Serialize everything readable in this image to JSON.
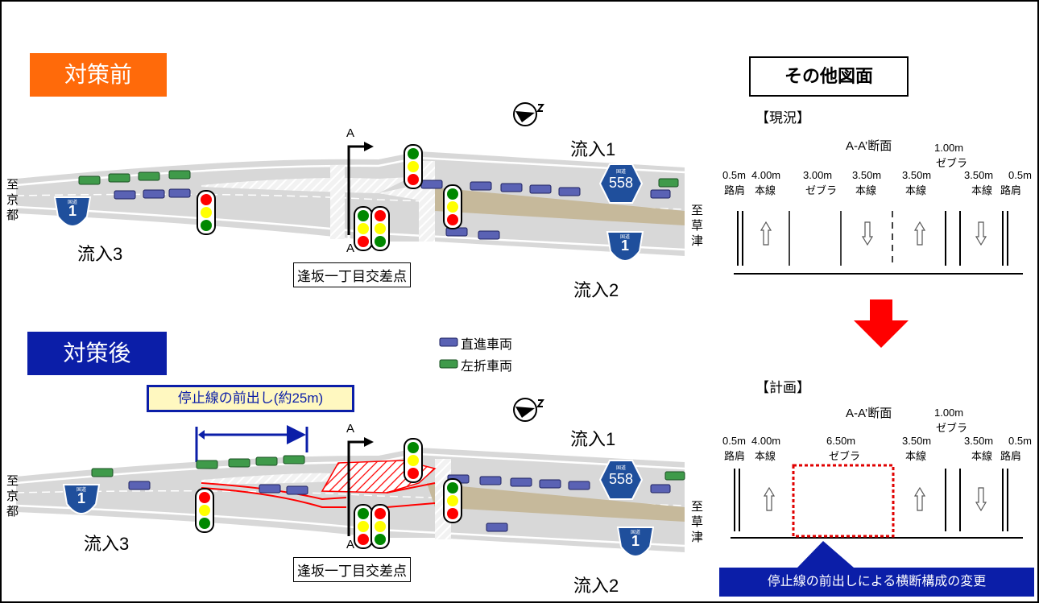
{
  "colors": {
    "before_badge": "#ff6a0a",
    "after_badge": "#0b1ea8",
    "straight_vehicle": "#5a62b4",
    "left_turn_vehicle": "#3f9a4a",
    "route_shield": "#1f4f9c",
    "change_marker": "#ff0000",
    "zebra_area": "#c6b99b",
    "note_box": "#0b1ea8",
    "callout_bg": "#fff8c0"
  },
  "before": {
    "badge": "対策前",
    "inflow1": "流入1",
    "inflow2": "流入2",
    "inflow3": "流入3",
    "to_kyoto": "至京都",
    "to_kusatsu": "至草津",
    "intersection": "逢坂一丁目交差点",
    "section_mark": "A",
    "route_558": "558",
    "route_1": "1",
    "route_caption": "国道"
  },
  "after": {
    "badge": "対策後",
    "callout": "停止線の前出し(約25m)",
    "inflow1": "流入1",
    "inflow2": "流入2",
    "inflow3": "流入3",
    "to_kyoto": "至京都",
    "to_kusatsu": "至草津",
    "intersection": "逢坂一丁目交差点",
    "section_mark": "A",
    "route_558": "558",
    "route_1": "1",
    "route_caption": "国道"
  },
  "legend": {
    "straight": "直進車両",
    "left_turn": "左折車両"
  },
  "other": {
    "title": "その他図面",
    "current_label": "【現況】",
    "plan_label": "【計画】",
    "section_title": "A-A’断面",
    "current_widths": [
      "0.5m",
      "4.00m",
      "3.00m",
      "3.50m",
      "3.50m",
      "1.00m",
      "3.50m",
      "0.5m"
    ],
    "current_names": [
      "路肩",
      "本線",
      "ゼブラ",
      "本線",
      "本線",
      "ゼブラ",
      "本線",
      "路肩"
    ],
    "plan_widths": [
      "0.5m",
      "4.00m",
      "6.50m",
      "3.50m",
      "1.00m",
      "3.50m",
      "0.5m"
    ],
    "plan_names": [
      "路肩",
      "本線",
      "ゼブラ",
      "本線",
      "ゼブラ",
      "本線",
      "路肩"
    ],
    "note": "停止線の前出しによる横断構成の変更"
  }
}
